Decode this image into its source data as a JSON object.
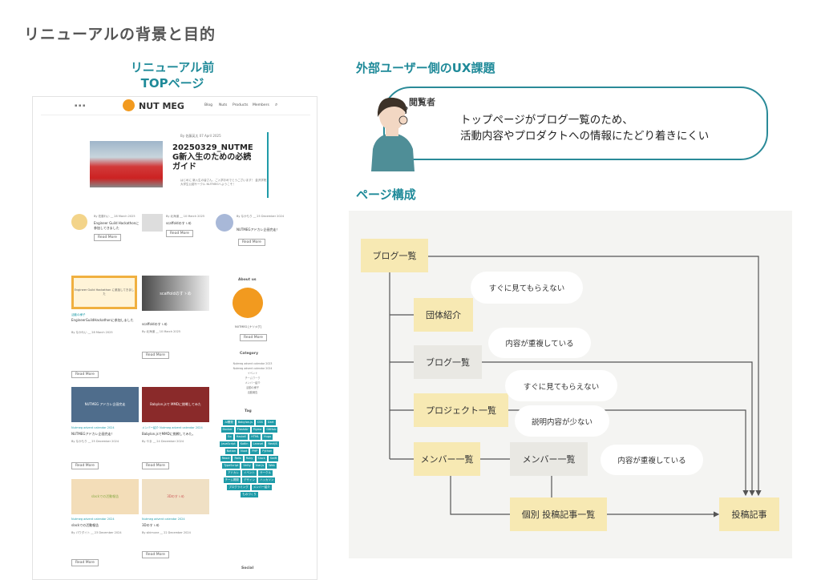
{
  "page_title": "リニューアルの背景と目的",
  "left": {
    "heading_line1": "リニューアル前",
    "heading_line2": "TOPページ",
    "site": {
      "logo": "NUT MEG",
      "nav": [
        "Blog",
        "Nuts",
        "Products",
        "Members"
      ],
      "hero_meta": "By 佐藤英太    07 April 2025",
      "hero_title_line1": "20250329_NUTME",
      "hero_title_line2": "G新入生のための必読",
      "hero_title_line3": "ガイド",
      "hero_desc": "はじめに 新入生の皆さん、ご入学おめでとうございます！ 金沢学院大学生公認サークル NUTMEGへようこそ！",
      "featured": [
        {
          "meta": "By 佐藤れい __ 28 March 2025",
          "title": "Engineer Guild Hackathonに参加してきました"
        },
        {
          "meta": "By 北海道 __ 10 March 2025",
          "title": "scaffoldのすゝめ"
        },
        {
          "meta": "By なかもり __ 25 December 2024",
          "title": "NUTMEGアドカレ企画完走！"
        }
      ],
      "read_more": "Read More",
      "posts": [
        {
          "cat": "活動の様子",
          "title": "EngineerGuildHackathonに参加しました",
          "meta": "By なかれい __ 28 March 2025",
          "thumb": "Engineer Guild Hackathon に参加してきました"
        },
        {
          "cat": "",
          "title": "scaffoldのすゝめ",
          "meta": "By 北海道 __ 10 March 2025",
          "thumb": "scaffoldのすゝめ"
        },
        {
          "cat": "Nutmeg advent calendar 2024",
          "title": "NUTMEGアドカレ企画完走！",
          "meta": "By なかもり __ 25 December 2024",
          "thumb": "NUTMEG アドカレ企画完走"
        },
        {
          "cat": "メンバー紹介 Nutmeg advent calendar 2024",
          "title": "Babylon.jsでMMDに挑戦してみた。",
          "meta": "By やま __ 24 December 2024",
          "thumb": "Babylon.jsで MMDに挑戦してみた"
        },
        {
          "cat": "Nutmeg advent calendar 2024",
          "title": "slackでの活動報告",
          "meta": "By パウダイト __ 23 December 2024",
          "thumb": "slackでの活動報告"
        },
        {
          "cat": "Nutmeg advent calendar 2024",
          "title": "3Dのすゝめ",
          "meta": "By sikimune __ 22 December 2024",
          "thumb": "3Dのすゝめ"
        }
      ],
      "sidebar": {
        "about_title": "About us",
        "about_name": "NUTMEG [ナツメグ]",
        "category_title": "Category",
        "categories": [
          "Nutmeg advent calendar 2023",
          "Nutmeg advent calendar 2024",
          "イベント",
          "チームワーク",
          "メンバー紹介",
          "活動の様子",
          "活動報告"
        ],
        "tag_title": "Tag",
        "tags": [
          "AI開発",
          "Babylon.js",
          "CSS",
          "Dart",
          "Docker",
          "FlashAir",
          "Figma",
          "GitHub",
          "Go",
          "Haskell",
          "HTML",
          "Hugo",
          "JavaScript",
          "Kotlin",
          "Laravel",
          "NextJS",
          "Notion",
          "Nuxt",
          "PHP",
          "Python",
          "React",
          "Rails",
          "Ruby",
          "Slack",
          "Swift",
          "TypeScript",
          "Unity",
          "Vue.js",
          "Web",
          "アドカレ",
          "イベント",
          "サークル",
          "チーム開発",
          "デザイン",
          "ハッカソン",
          "プログラミング",
          "メンバー紹介",
          "ものづくり"
        ],
        "social_title": "Social"
      }
    }
  },
  "right": {
    "ux_heading": "外部ユーザー側のUX課題",
    "bubble": {
      "role": "閲覧者",
      "line1": "トップページがブログ一覧のため、",
      "line2": "活動内容やプロダクトへの情報にたどり着きにくい"
    },
    "structure_heading": "ページ構成",
    "nodes": {
      "blog_list_top": "ブログ一覧",
      "group_intro": "団体紹介",
      "blog_list": "ブログ一覧",
      "project_list": "プロジェクト一覧",
      "member_list": "メンバー一覧",
      "member_list_2": "メンバー一覧",
      "individual_list": "個別 投稿記事一覧",
      "article": "投稿記事"
    },
    "notes": {
      "group_intro": "すぐに見てもらえない",
      "blog_list": "内容が重複している",
      "project_list_a": "すぐに見てもらえない",
      "project_list_b": "説明内容が少ない",
      "member_list": "内容が重複している"
    }
  },
  "colors": {
    "accent": "#1f8a99",
    "node_yellow": "#f7e9b3",
    "node_gray": "#e9e8e3",
    "diagram_bg": "#f4f4f2",
    "line": "#555555"
  }
}
